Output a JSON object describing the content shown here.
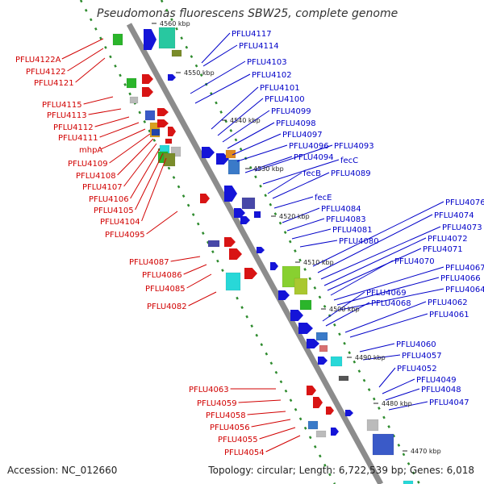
{
  "title": "Pseudomonas fluorescens SBW25, complete genome",
  "footer": {
    "accession": "Accession: NC_012660",
    "summary": "Topology: circular; Length: 6,722,539 bp; Genes: 6,018"
  },
  "colors": {
    "red_label": "#d10000",
    "blue_label": "#0000c8",
    "backbone": "#8c8c8c",
    "dots": "#2e8b2e"
  },
  "ticks": [
    "4560 kbp",
    "4550 kbp",
    "4540 kbp",
    "4530 kbp",
    "4520 kbp",
    "4510 kbp",
    "4500 kbp",
    "4490 kbp",
    "4480 kbp",
    "4470 kbp"
  ],
  "left_labels": [
    "PFLU4122A",
    "PFLU4122",
    "PFLU4121",
    "PFLU4115",
    "PFLU4113",
    "PFLU4112",
    "PFLU4111",
    "mhpA",
    "PFLU4109",
    "PFLU4108",
    "PFLU4107",
    "PFLU4106",
    "PFLU4105",
    "PFLU4104",
    "PFLU4095",
    "PFLU4087",
    "PFLU4086",
    "PFLU4085",
    "PFLU4082",
    "PFLU4063",
    "PFLU4059",
    "PFLU4058",
    "PFLU4056",
    "PFLU4055",
    "PFLU4054"
  ],
  "right_labels": [
    "PFLU4117",
    "PFLU4114",
    "PFLU4103",
    "PFLU4102",
    "PFLU4101",
    "PFLU4100",
    "PFLU4099",
    "PFLU4098",
    "PFLU4097",
    "PFLU4096",
    "PFLU4093",
    "PFLU4094",
    "fecC",
    "fecB",
    "PFLU4089",
    "fecE",
    "PFLU4084",
    "PFLU4083",
    "PFLU4081",
    "PFLU4080",
    "PFLU4076",
    "PFLU4074",
    "PFLU4073",
    "PFLU4072",
    "PFLU4071",
    "PFLU4070",
    "PFLU4067",
    "PFLU4066",
    "PFLU4064",
    "PFLU4069",
    "PFLU4068",
    "PFLU4062",
    "PFLU4061",
    "PFLU4060",
    "PFLU4057",
    "PFLU4052",
    "PFLU4049",
    "PFLU4048",
    "PFLU4047"
  ]
}
